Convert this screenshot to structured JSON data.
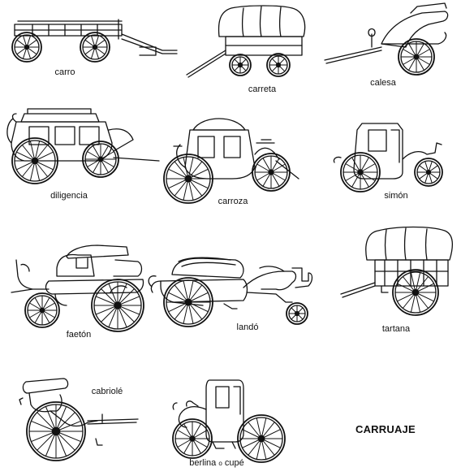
{
  "title": "CARRUAJE",
  "labels": {
    "carro": "carro",
    "carreta": "carreta",
    "calesa": "calesa",
    "diligencia": "diligencia",
    "carroza": "carroza",
    "simon": "simón",
    "faeton": "faetón",
    "lando": "landó",
    "tartana": "tartana",
    "cabriole": "cabriolé",
    "berlina_a": "berlina",
    "berlina_o": "o",
    "berlina_b": "cupé"
  },
  "colors": {
    "ink": "#111111",
    "paper": "#ffffff"
  }
}
